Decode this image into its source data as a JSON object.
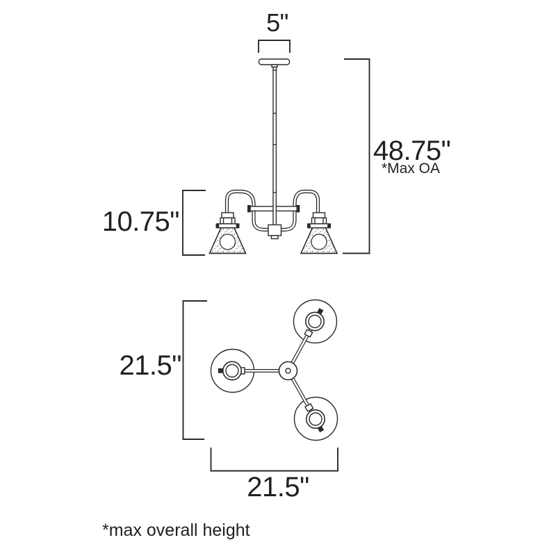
{
  "diagram": {
    "labels": {
      "canopy_width": "5\"",
      "max_height": "48.75\"",
      "max_height_note": "*Max OA",
      "fixture_height": "10.75\"",
      "width_side": "21.5\"",
      "width_bottom": "21.5\"",
      "footnote": "*max overall height"
    },
    "colors": {
      "line": "#2b2b2b",
      "text": "#231f20",
      "background": "#ffffff"
    }
  }
}
